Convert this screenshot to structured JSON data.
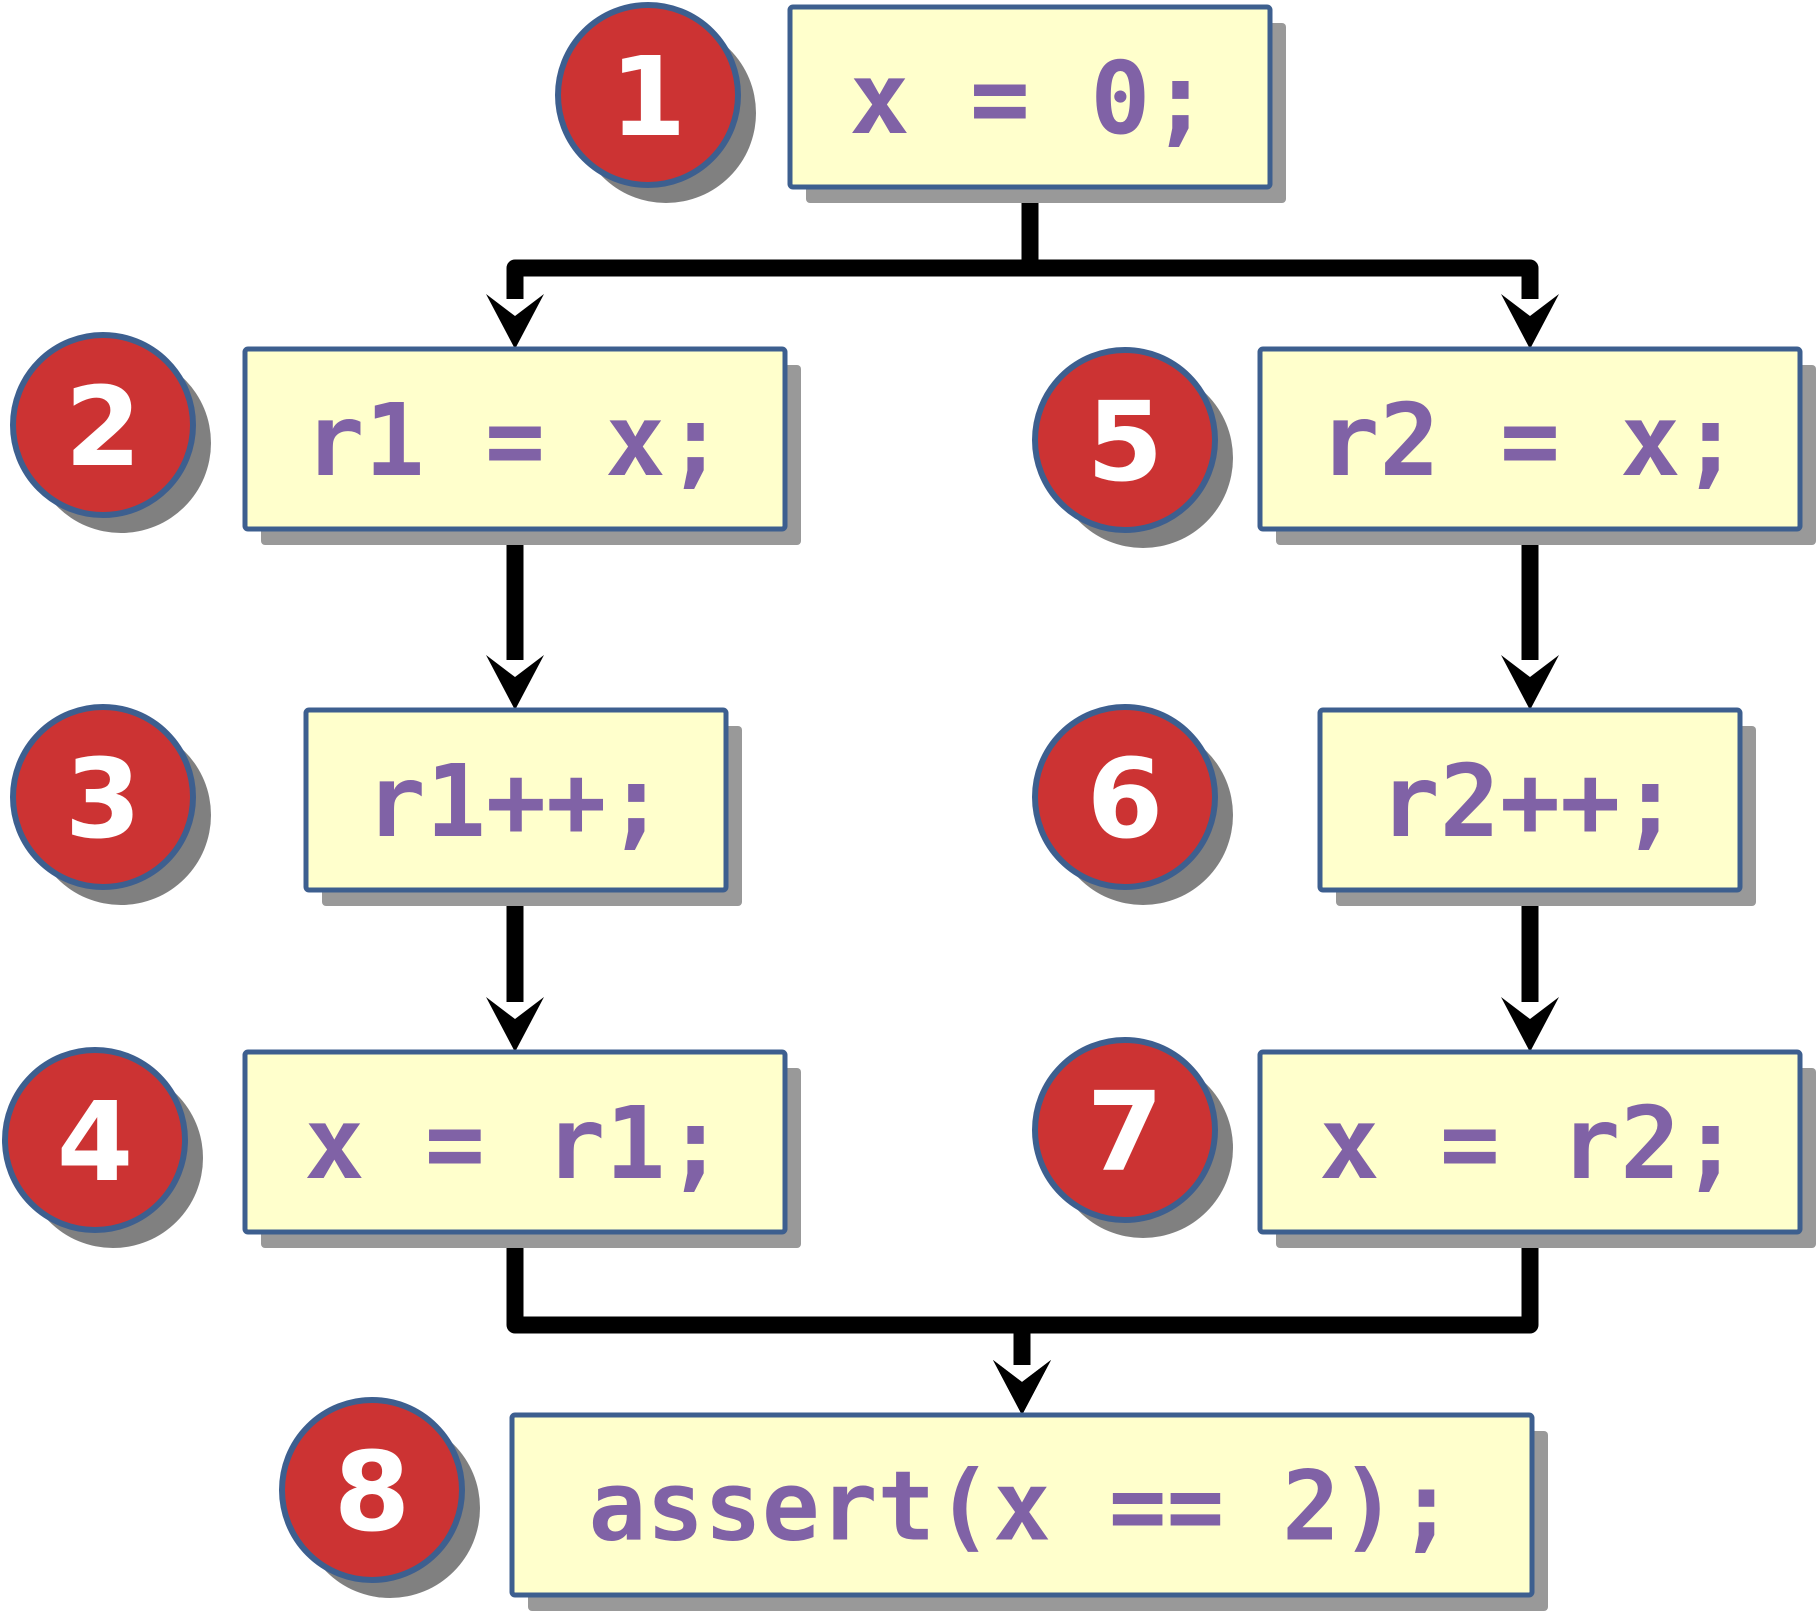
{
  "colors": {
    "box_fill": "#ffffcc",
    "box_stroke": "#3d5f8f",
    "shadow": "#999999",
    "badge_fill": "#cc3333",
    "badge_stroke": "#3d5f8f",
    "code_text": "#8062a6",
    "arrow": "#000000"
  },
  "nodes": [
    {
      "id": "n1",
      "number": "1",
      "code": "x = 0;"
    },
    {
      "id": "n2",
      "number": "2",
      "code": "r1 = x;"
    },
    {
      "id": "n3",
      "number": "3",
      "code": "r1++;"
    },
    {
      "id": "n4",
      "number": "4",
      "code": "x = r1;"
    },
    {
      "id": "n5",
      "number": "5",
      "code": "r2 = x;"
    },
    {
      "id": "n6",
      "number": "6",
      "code": "r2++;"
    },
    {
      "id": "n7",
      "number": "7",
      "code": "x = r2;"
    },
    {
      "id": "n8",
      "number": "8",
      "code": "assert(x == 2);"
    }
  ],
  "edges": [
    {
      "from": "n1",
      "to": "n2"
    },
    {
      "from": "n1",
      "to": "n5"
    },
    {
      "from": "n2",
      "to": "n3"
    },
    {
      "from": "n3",
      "to": "n4"
    },
    {
      "from": "n5",
      "to": "n6"
    },
    {
      "from": "n6",
      "to": "n7"
    },
    {
      "from": "n4",
      "to": "n8"
    },
    {
      "from": "n7",
      "to": "n8"
    }
  ]
}
